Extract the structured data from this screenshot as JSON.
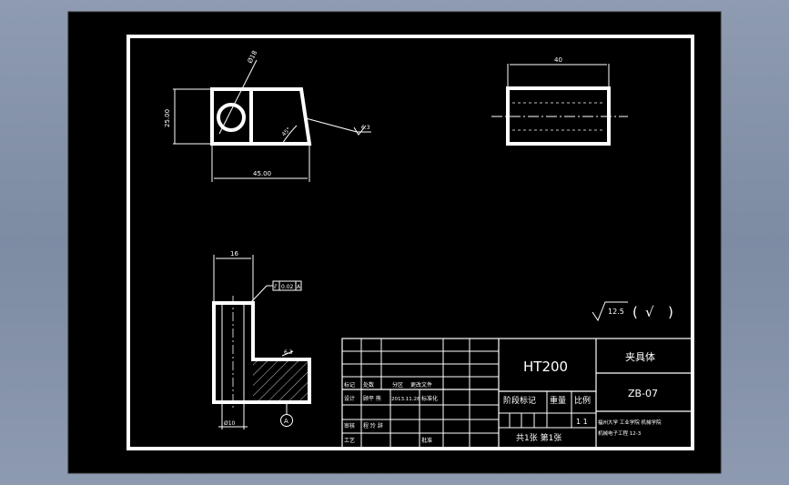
{
  "views": {
    "front": {
      "height_dim": "25.00",
      "width_dim": "45.00",
      "diameter": "Ø18",
      "angle": "45°",
      "roughness": "6.3"
    },
    "top": {
      "width_dim": "40"
    },
    "side": {
      "top_dim": "16",
      "tolerance_symbol": "⫽",
      "tolerance_value": "0.02",
      "datum_ref": "A",
      "bottom_dim": "Ø10",
      "roughness": "6.3",
      "datum": "A"
    }
  },
  "global_roughness": {
    "value": "12.5",
    "paren_open": "(",
    "check": "√",
    "paren_close": ")"
  },
  "title_block": {
    "material": "HT200",
    "part_name": "夹具体",
    "drawing_no": "ZB-07",
    "labels": {
      "mark": "标记",
      "count": "处数",
      "zone": "分区",
      "change_doc": "更改文件",
      "design": "设计",
      "std": "标准化",
      "review": "审核",
      "process": "工艺",
      "approve": "批准",
      "stage": "阶段标记",
      "weight": "重量",
      "scale": "比例"
    },
    "designer": "顾平 熊",
    "date": "2013.11.28",
    "reviewer": "程 玲 辞",
    "scale_value": "1 1",
    "sheets": "共1张 第1张",
    "school_line1": "福州大学 工业学院 机械学院",
    "school_line2": "机械电子工程 12-3"
  }
}
